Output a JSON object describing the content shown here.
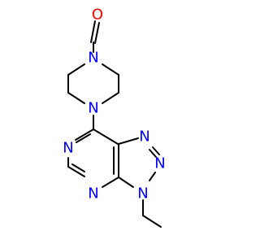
{
  "structure": {
    "atoms": {
      "oxygen": "O",
      "nitrogen_piperazine_top": "N",
      "nitrogen_piperazine_bottom": "N",
      "nitrogen_pyrimidine_left": "N",
      "nitrogen_pyrimidine_bottom": "N",
      "nitrogen_triazole_1": "N",
      "nitrogen_triazole_2": "N",
      "nitrogen_triazole_3": "N"
    }
  },
  "colors": {
    "oxygen": "#ff0000",
    "nitrogen": "#0000ff",
    "bond": "#000000",
    "background": "#ffffff"
  }
}
